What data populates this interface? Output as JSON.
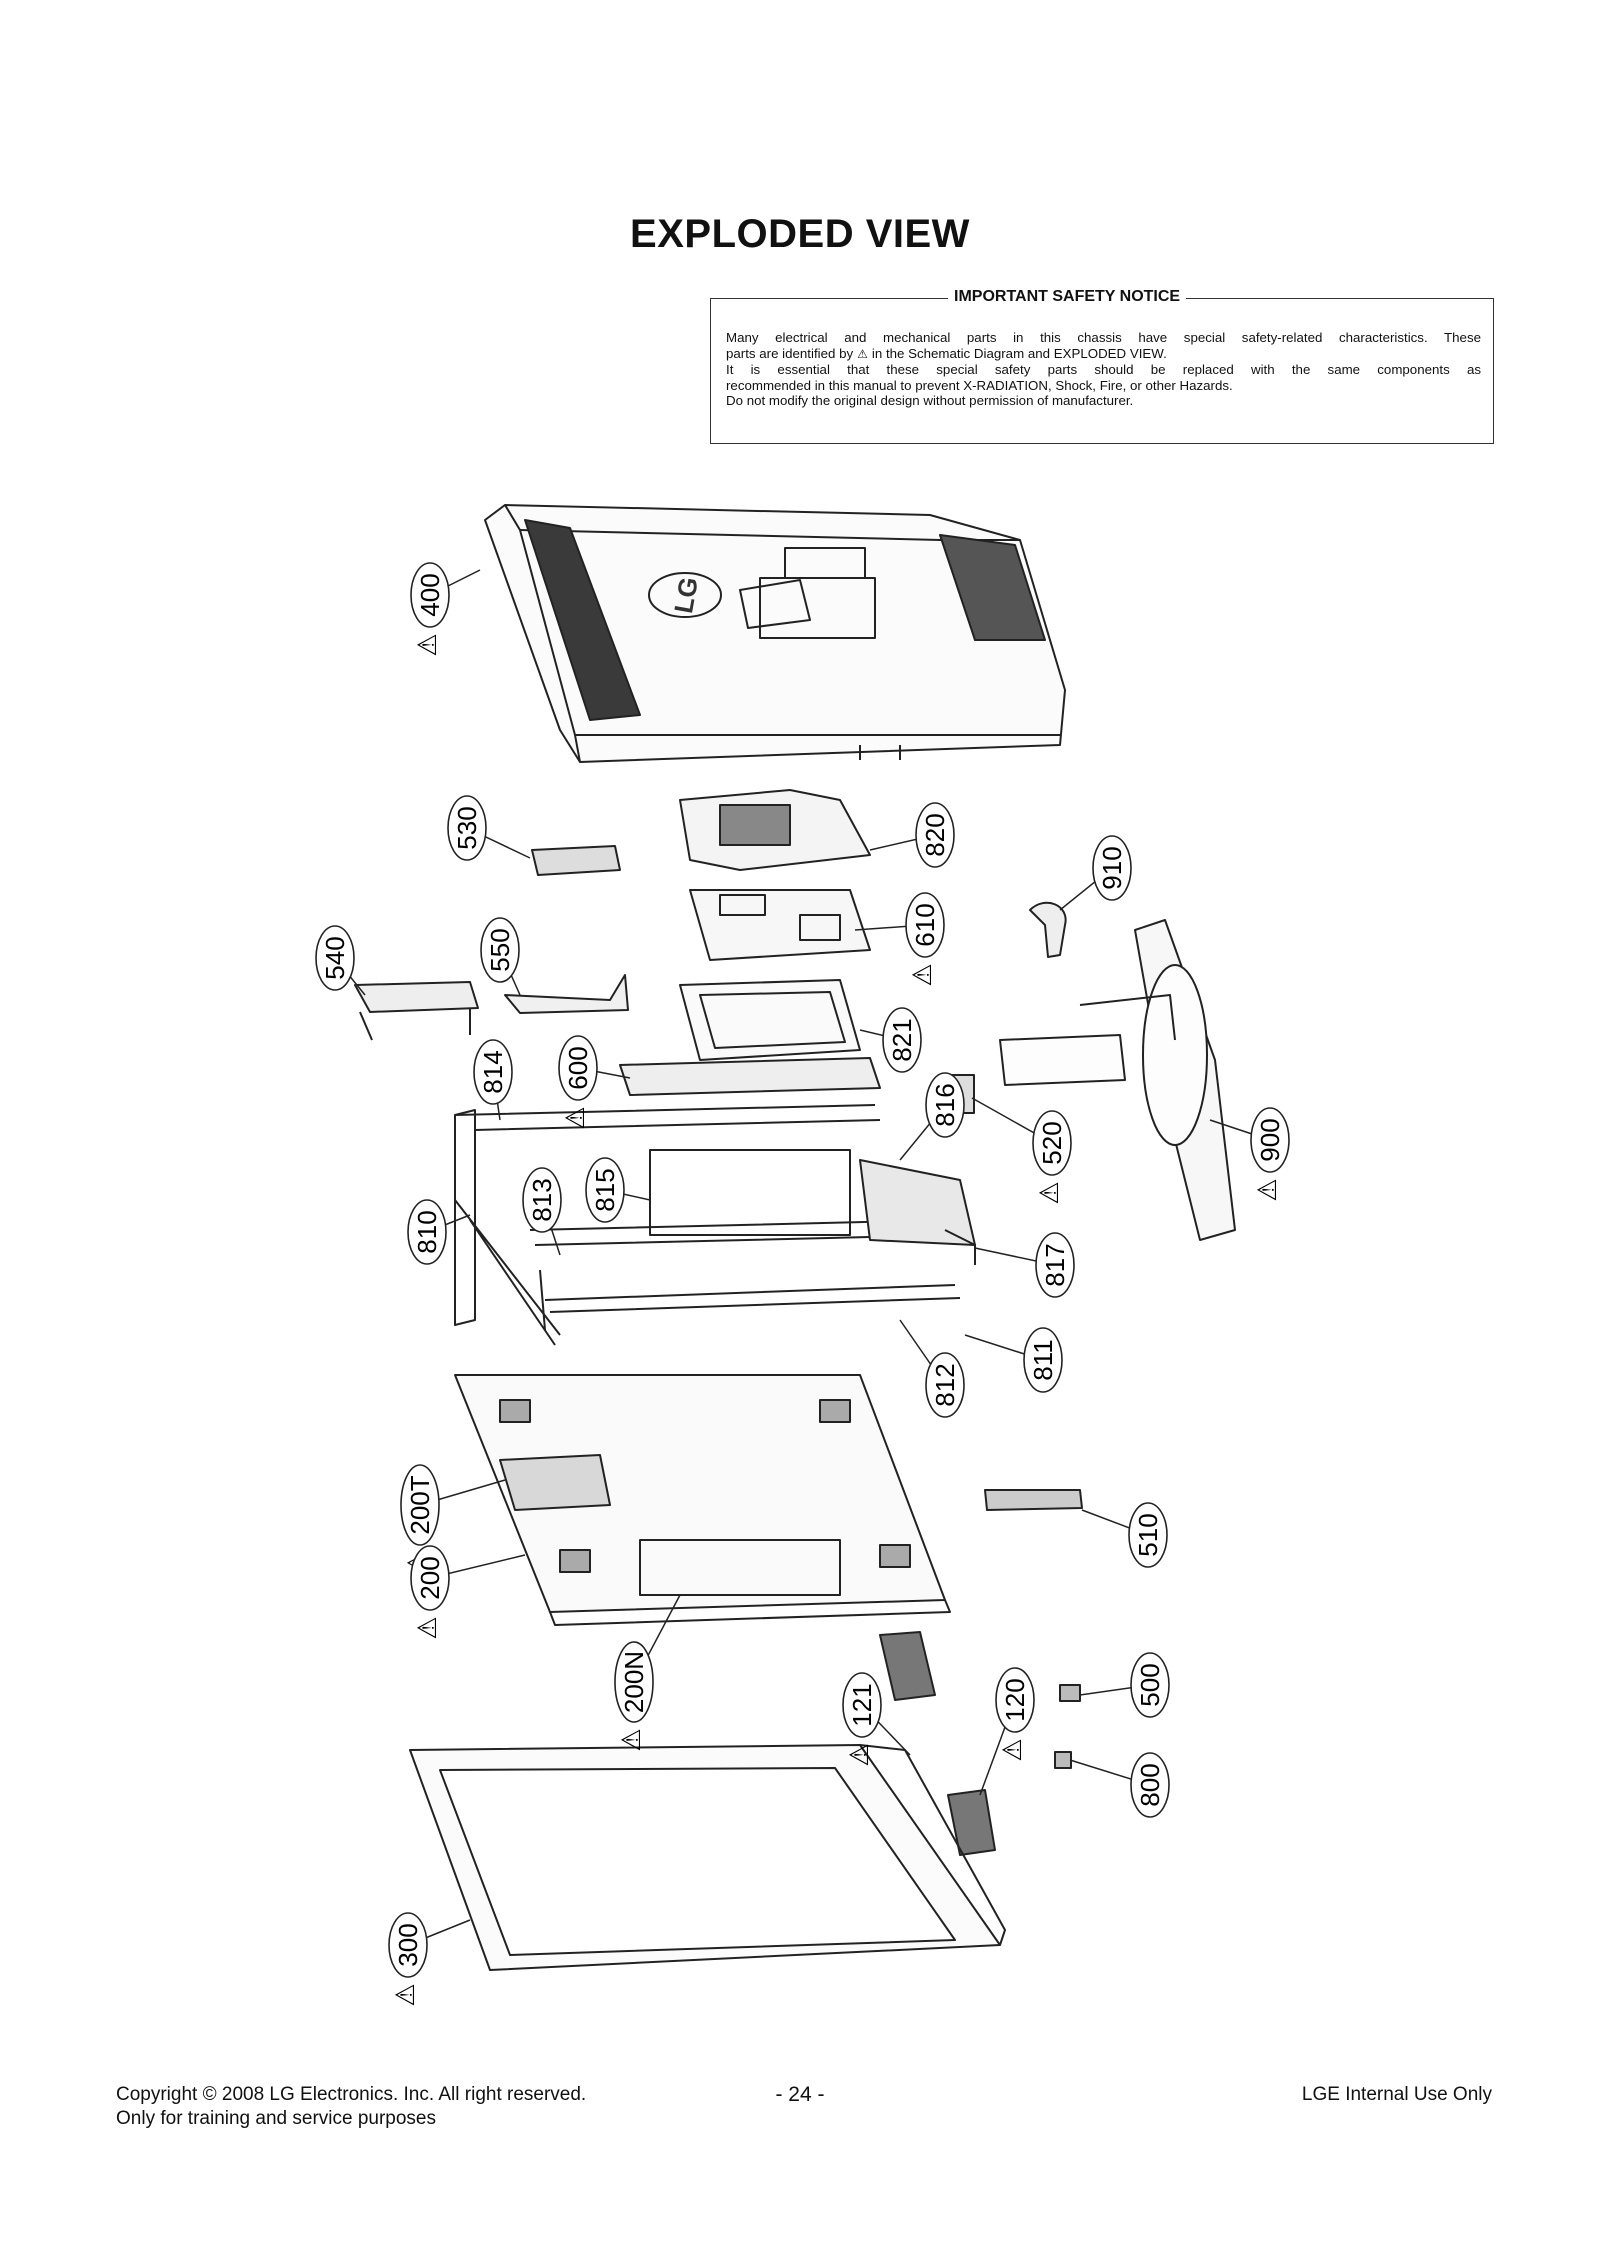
{
  "title": "EXPLODED VIEW",
  "notice": {
    "heading": "IMPORTANT SAFETY NOTICE",
    "line1": "Many electrical and mechanical parts in this chassis have special safety-related characteristics. These",
    "line2a": "parts are identified by",
    "line2b": "in the Schematic Diagram and EXPLODED VIEW.",
    "line3": "It is essential that these special safety parts should be replaced with the same components as",
    "line4": "recommended in this manual to prevent X-RADIATION, Shock, Fire, or other Hazards.",
    "line5": "Do not modify the original design without permission of manufacturer."
  },
  "brand_logo_text": "LG",
  "parts": [
    {
      "label": "400",
      "safety": true
    },
    {
      "label": "530",
      "safety": false
    },
    {
      "label": "820",
      "safety": false
    },
    {
      "label": "910",
      "safety": false
    },
    {
      "label": "540",
      "safety": false
    },
    {
      "label": "550",
      "safety": false
    },
    {
      "label": "610",
      "safety": true
    },
    {
      "label": "821",
      "safety": false
    },
    {
      "label": "814",
      "safety": false
    },
    {
      "label": "600",
      "safety": true
    },
    {
      "label": "520",
      "safety": true
    },
    {
      "label": "900",
      "safety": true
    },
    {
      "label": "816",
      "safety": false
    },
    {
      "label": "815",
      "safety": false
    },
    {
      "label": "813",
      "safety": false
    },
    {
      "label": "810",
      "safety": false
    },
    {
      "label": "817",
      "safety": false
    },
    {
      "label": "811",
      "safety": false
    },
    {
      "label": "812",
      "safety": false
    },
    {
      "label": "200T",
      "safety": true
    },
    {
      "label": "510",
      "safety": false
    },
    {
      "label": "200",
      "safety": true
    },
    {
      "label": "200N",
      "safety": true
    },
    {
      "label": "121",
      "safety": true
    },
    {
      "label": "120",
      "safety": true
    },
    {
      "label": "500",
      "safety": false
    },
    {
      "label": "800",
      "safety": false
    },
    {
      "label": "300",
      "safety": true
    }
  ],
  "footer": {
    "copyright": "Copyright  © 2008 LG Electronics. Inc. All right reserved.",
    "purpose": "Only for training and service purposes",
    "page": "- 24 -",
    "internal": "LGE Internal Use Only"
  }
}
